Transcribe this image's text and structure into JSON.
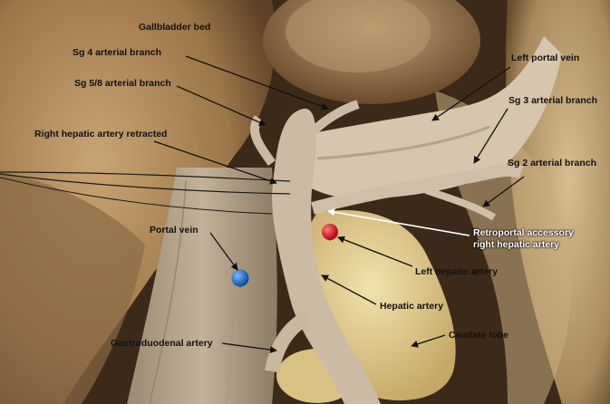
{
  "labels": {
    "gallbladder_bed": "Gallbladder bed",
    "sg4_arterial_branch": "Sg 4 arterial branch",
    "sg58_arterial_branch": "Sg 5/8 arterial branch",
    "left_portal_vein": "Left portal vein",
    "sg3_arterial_branch": "Sg 3 arterial branch",
    "right_hepatic_artery_retracted": "Right hepatic artery retracted",
    "sg2_arterial_branch": "Sg 2 arterial branch",
    "portal_vein": "Portal vein",
    "retroportal_line1": "Retroportal accessory",
    "retroportal_line2": "right hepatic artery",
    "left_hepatic_artery": "Left hepatic artery",
    "hepatic_artery": "Hepatic artery",
    "gastroduodenal_artery": "Gastroduodenal artery",
    "caudate_lobe": "Caudate lobe"
  },
  "colors": {
    "pin_red": "#d0121a",
    "pin_blue": "#1565c0",
    "liver": "#b08a5a",
    "vessel": "#c8b8a4",
    "caudate": "#e4d29a"
  }
}
